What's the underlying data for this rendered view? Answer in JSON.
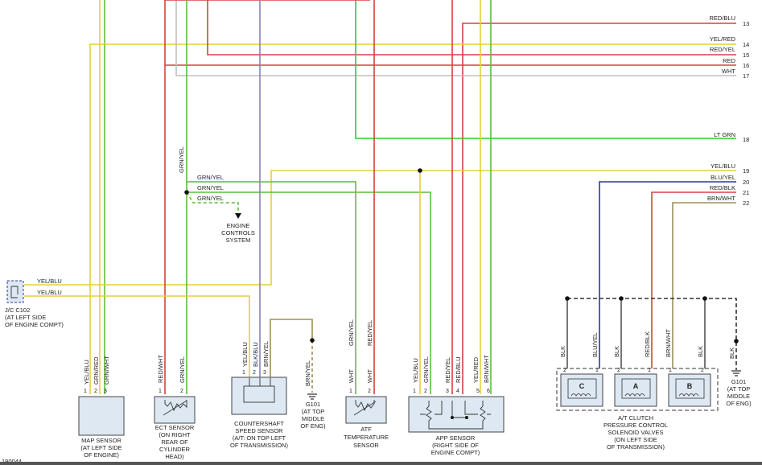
{
  "colors": {
    "red": "#d84040",
    "yellow": "#e6cf3a",
    "green": "#5cbf3a",
    "white_wire": "#bfbfbf",
    "lt_green": "#2ecc2e",
    "blue": "#2a3a9a",
    "purple": "#8a80b6",
    "brown": "#a08f58",
    "black": "#333333",
    "component_fill": "#dde8f2"
  },
  "diagram_id": "190044",
  "right_wires": [
    {
      "label": "RED/BLU",
      "num": "13"
    },
    {
      "label": "YEL/RED",
      "num": "14"
    },
    {
      "label": "RED/YEL",
      "num": "15"
    },
    {
      "label": "RED",
      "num": "16"
    },
    {
      "label": "WHT",
      "num": "17"
    },
    {
      "label": "LT GRN",
      "num": "18"
    },
    {
      "label": "YEL/BLU",
      "num": "19"
    },
    {
      "label": "BLU/YEL",
      "num": "20"
    },
    {
      "label": "RED/BLK",
      "num": "21"
    },
    {
      "label": "BRN/WHT",
      "num": "22"
    }
  ],
  "engine_controls": {
    "wires": [
      "GRN/YEL",
      "GRN/YEL",
      "GRN/YEL"
    ],
    "vertical_label": "GRN/YEL",
    "label": [
      "ENGINE",
      "CONTROLS",
      "SYSTEM"
    ]
  },
  "jc": {
    "wires": [
      "YEL/BLU",
      "YEL/BLU"
    ],
    "label": [
      "J/C C102",
      "(AT LEFT SIDE",
      "OF ENGINE COMPT)"
    ]
  },
  "map_sensor": {
    "pins": [
      "1",
      "2",
      "3"
    ],
    "wires": [
      "YEL/BLU",
      "GRN/RED",
      "GRN/WHT"
    ],
    "label": [
      "MAP SENSOR",
      "(AT LEFT SIDE",
      "OF ENGINE)"
    ]
  },
  "ect_sensor": {
    "pins": [
      "1",
      "2"
    ],
    "wires": [
      "RED/WHT",
      "GRN/YEL"
    ],
    "label": [
      "ECT SENSOR",
      "(ON RIGHT",
      "REAR OF",
      "CYLINDER",
      "HEAD)"
    ]
  },
  "countershaft": {
    "pins": [
      "1",
      "2",
      "3"
    ],
    "wires": [
      "YEL/BLU",
      "BLK/BLU",
      "BRN/YEL"
    ],
    "label": [
      "COUNTERSHAFT",
      "SPEED SENSOR",
      "(A/T: ON TOP LEFT",
      "OF TRANSMISSION)"
    ]
  },
  "g101_left": {
    "wire": "BRN/YEL",
    "label": [
      "G101",
      "(AT TOP",
      "MIDDLE",
      "OF ENG)"
    ]
  },
  "atf_sensor": {
    "pins": [
      "1",
      "2"
    ],
    "wires": [
      "WHT",
      "WHT"
    ],
    "upper_wires": [
      "GRN/YEL",
      "RED/YEL"
    ],
    "label": [
      "ATF",
      "TEMPERATURE",
      "SENSOR"
    ]
  },
  "app_sensor": {
    "pins": [
      "1",
      "2",
      "3",
      "4",
      "5",
      "6"
    ],
    "wires": [
      "YEL/BLU",
      "GRN/YEL",
      "RED/YEL",
      "RED/BLU",
      "YEL/RED",
      "BRN/WHT"
    ],
    "label": [
      "APP SENSOR",
      "(RIGHT SIDE OF",
      "ENGINE COMPT)"
    ]
  },
  "solenoids": {
    "wires": [
      "BLK",
      "BLU/YEL",
      "BLK",
      "RED/BLK",
      "BRN/WHT",
      "BLK"
    ],
    "pins_c": [
      "2",
      "1"
    ],
    "pins_a": [
      "2",
      "1"
    ],
    "pins_b": [
      "1",
      "2"
    ],
    "valves": [
      "C",
      "A",
      "B"
    ],
    "label": [
      "A/T CLUTCH",
      "PRESSURE CONTROL",
      "SOLENOID VALVES",
      "(ON LEFT SIDE",
      "OF TRANSMISSION)"
    ]
  },
  "g101_right": {
    "wire": "BLK",
    "label": [
      "G101",
      "(AT TOP",
      "MIDDLE",
      "OF ENG)"
    ]
  }
}
